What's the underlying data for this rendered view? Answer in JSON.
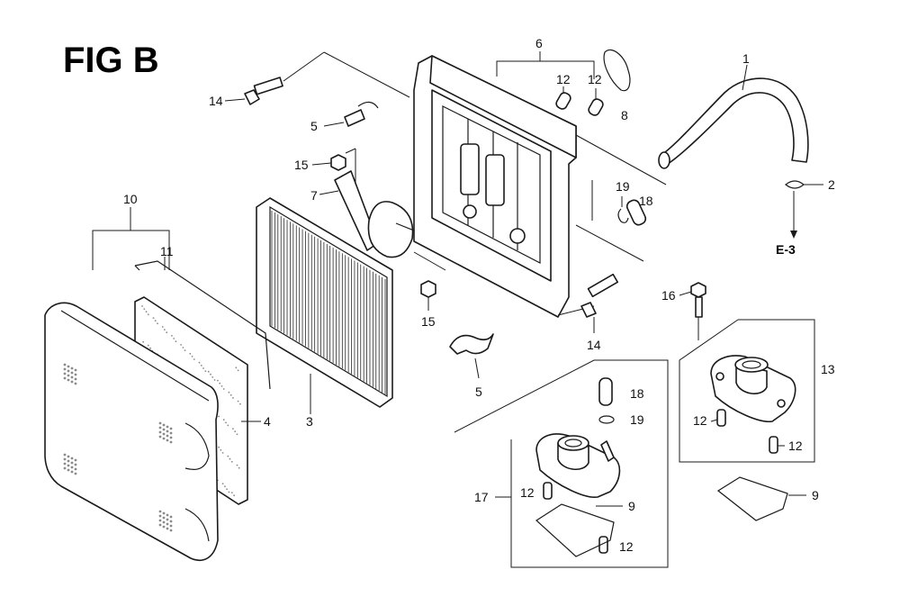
{
  "title": "FIG B",
  "reference": "E-3",
  "callouts": [
    "1",
    "2",
    "3",
    "4",
    "5",
    "5",
    "6",
    "7",
    "8",
    "9",
    "9",
    "10",
    "11",
    "12",
    "12",
    "12",
    "12",
    "12",
    "12",
    "13",
    "14",
    "14",
    "15",
    "15",
    "16",
    "17",
    "18",
    "18",
    "19",
    "19"
  ],
  "colors": {
    "line": "#1a1a1a",
    "background": "#ffffff"
  }
}
